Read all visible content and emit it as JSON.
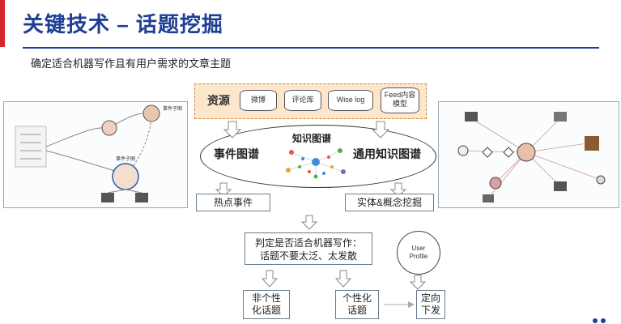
{
  "header": {
    "title": "关键技术 – 话题挖掘",
    "subtitle": "确定适合机器写作且有用户需求的文章主题"
  },
  "resources": {
    "label": "资源",
    "items": [
      "微博",
      "评论库",
      "Wise log",
      "Feed内容模型"
    ]
  },
  "graphs": {
    "event_graph": "事件图谱",
    "knowledge_graph": "知识图谱",
    "general_graph": "通用知识图谱"
  },
  "mining": {
    "hot_events": "热点事件",
    "entity_concept": "实体&概念挖掘"
  },
  "decision": {
    "line1": "判定是否适合机器写作：",
    "line2": "话题不要太泛、太发散"
  },
  "user_profile": "User Profile",
  "outputs": {
    "non_personalized": "非个性化话题",
    "personalized": "个性化话题",
    "targeted": "定向下发"
  },
  "left_graph_labels": [
    "事件子图",
    "事件子图"
  ],
  "colors": {
    "title": "#1f3f95",
    "accent_red": "#d7262e",
    "resource_fill": "#fde7cc",
    "arrow": "#777777"
  }
}
